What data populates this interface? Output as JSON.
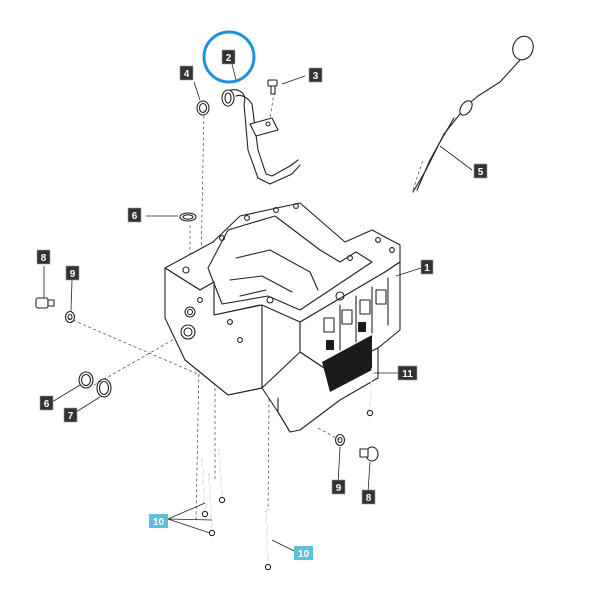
{
  "diagram": {
    "callouts": [
      {
        "id": "c1",
        "text": "1"
      },
      {
        "id": "c2",
        "text": "2"
      },
      {
        "id": "c3",
        "text": "3"
      },
      {
        "id": "c4",
        "text": "4"
      },
      {
        "id": "c5",
        "text": "5"
      },
      {
        "id": "c6a",
        "text": "6"
      },
      {
        "id": "c6b",
        "text": "6"
      },
      {
        "id": "c7",
        "text": "7"
      },
      {
        "id": "c8a",
        "text": "8"
      },
      {
        "id": "c8b",
        "text": "8"
      },
      {
        "id": "c9a",
        "text": "9"
      },
      {
        "id": "c9b",
        "text": "9"
      },
      {
        "id": "c10a",
        "text": "10"
      },
      {
        "id": "c10b",
        "text": "10"
      },
      {
        "id": "c11",
        "text": "11"
      }
    ],
    "colors": {
      "callout_bg": "#333333",
      "callout_text": "#ffffff",
      "highlight_callout_bg": "#5bc0de",
      "highlight_ring": "#1e90e0",
      "line": "#222222"
    },
    "highlighted_part": "2",
    "highlighted_callouts": [
      "10"
    ]
  }
}
